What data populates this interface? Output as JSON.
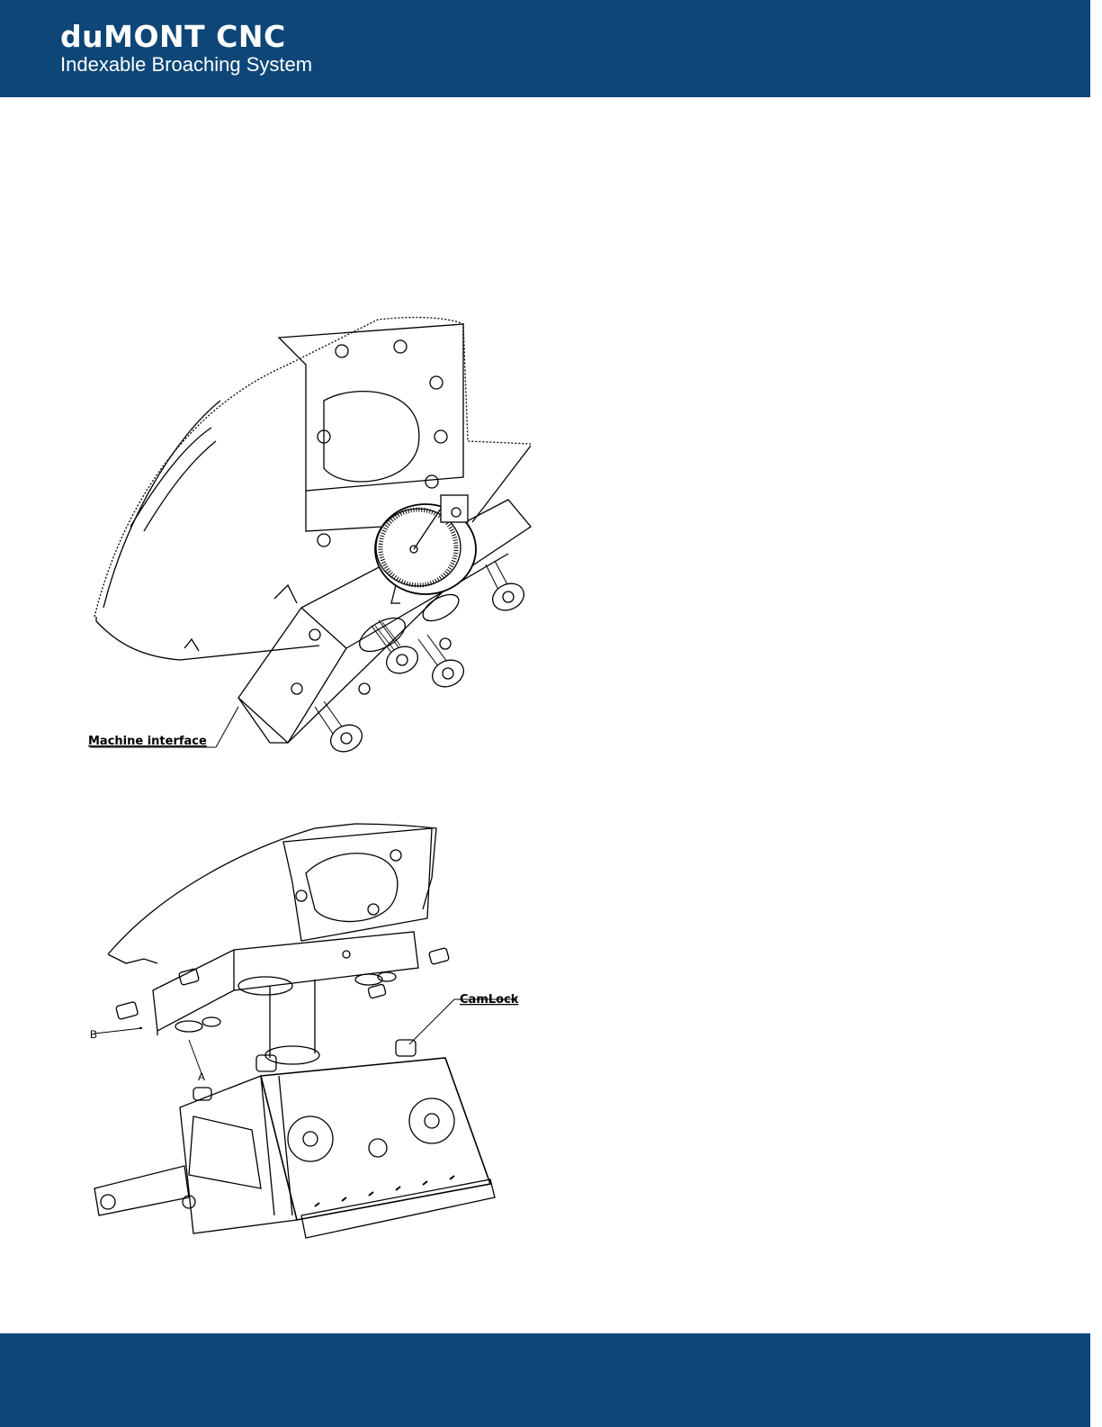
{
  "header": {
    "brand": "duMONT CNC",
    "subtitle": "Indexable Broaching System",
    "color": "#0d4677"
  },
  "figure1": {
    "callout": "Machine interface"
  },
  "figure2": {
    "callout_camlock": "CamLock",
    "callout_a": "A",
    "callout_b": "B"
  },
  "footer": {
    "color": "#0d4677"
  }
}
